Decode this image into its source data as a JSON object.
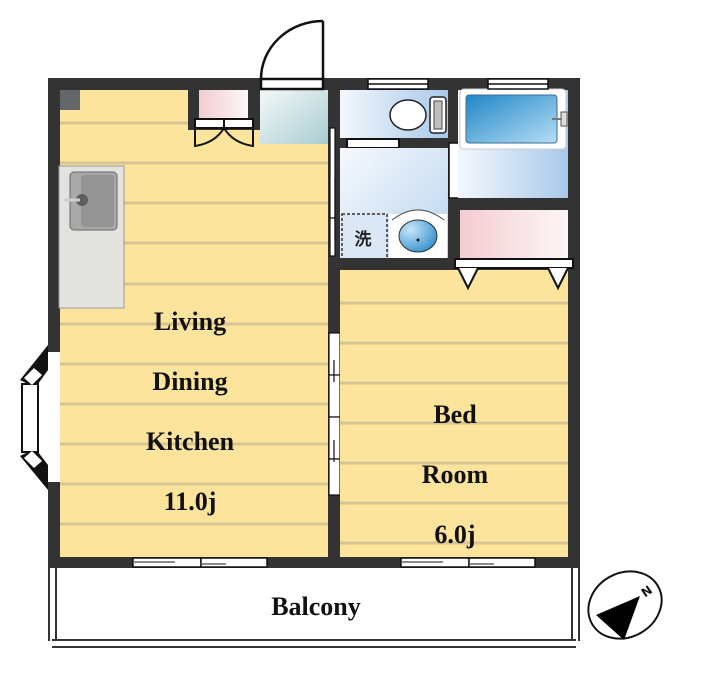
{
  "floor_plan": {
    "rooms": [
      {
        "id": "ldk",
        "lines": [
          "Living",
          "Dining",
          "Kitchen",
          "11.0j"
        ],
        "size": "11.0j"
      },
      {
        "id": "bedroom",
        "lines": [
          "Bed",
          "Room",
          "6.0j"
        ],
        "size": "6.0j"
      },
      {
        "id": "balcony",
        "lines": [
          "Balcony"
        ]
      }
    ],
    "ldk_label": {
      "line1": "Living",
      "line2": "Dining",
      "line3": "Kitchen",
      "line4": "11.0j"
    },
    "bed_label": {
      "line1": "Bed",
      "line2": "Room",
      "line3": "6.0j"
    },
    "balcony_label": "Balcony",
    "washer_label": "洗",
    "fixtures": [
      "kitchen-sink",
      "toilet",
      "bathtub",
      "wash-basin",
      "washing-machine-space",
      "closet",
      "shoe-cabinet",
      "entrance-door",
      "bay-window",
      "compass"
    ],
    "compass": {
      "direction": "N",
      "label": "N"
    },
    "colors": {
      "wall": "#333333",
      "floor": "#fde49c",
      "floor_line": "#d8c79a",
      "wet_area": "#dbe9f7",
      "bath_blue": "#3a9fd6",
      "closet_pink": "#f6dadd",
      "kitchen_counter": "#e0e0dd",
      "entrance": "#b8d8da"
    }
  }
}
